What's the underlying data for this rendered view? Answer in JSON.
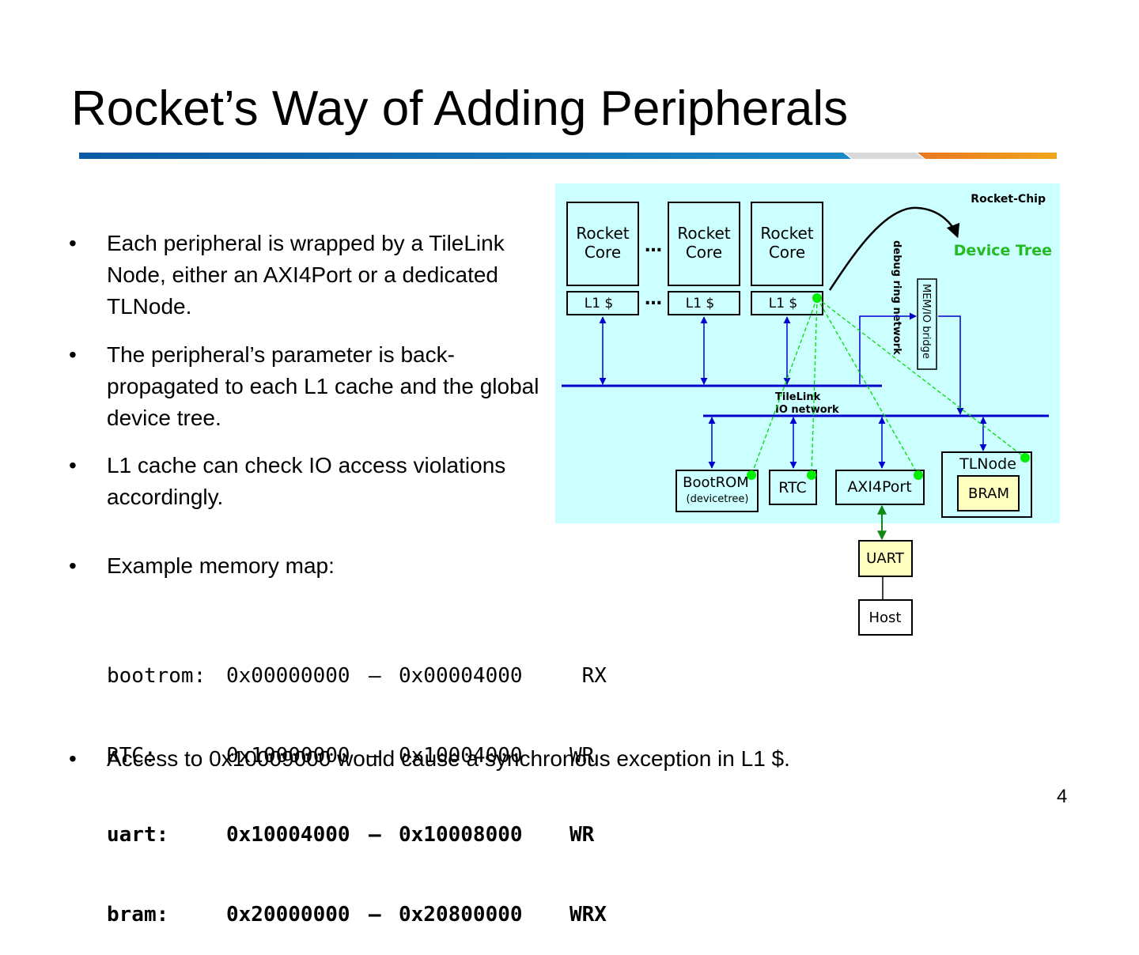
{
  "slide": {
    "title": "Rocket’s Way of Adding Peripherals",
    "page_number": "4",
    "title_bar_colors": {
      "blue_start": "#0b5aa5",
      "blue_end": "#1a88c9",
      "gray": "#d9d9d9",
      "orange_start": "#e87722",
      "orange_end": "#f2a51c"
    }
  },
  "bullets": [
    {
      "marker": "•",
      "text": "Each peripheral is wrapped by a TileLink Node, either an AXI4Port or a dedicated TLNode."
    },
    {
      "marker": "•",
      "text": "The peripheral’s parameter is back-propagated to each L1 cache and the global device tree."
    },
    {
      "marker": "•",
      "text": "L1 cache can check IO access violations accordingly."
    },
    {
      "marker": "•",
      "text": "Example memory map:"
    },
    {
      "marker": "•",
      "text": "Access to 0x10009000 would cause a synchronous exception in L1 $."
    }
  ],
  "memory_map": [
    {
      "name": "bootrom:",
      "start": "0x00000000",
      "dash": "–",
      "end": "0x00004000",
      "perm": " RX"
    },
    {
      "name": "RTC:",
      "start": "0x10000000",
      "dash": "–",
      "end": "0x10004000",
      "perm": "WR"
    },
    {
      "name": "uart:",
      "start": "0x10004000",
      "dash": "–",
      "end": "0x10008000",
      "perm": "WR"
    },
    {
      "name": "bram:",
      "start": "0x20000000",
      "dash": "–",
      "end": "0x20800000",
      "perm": "WRX"
    }
  ],
  "diagram": {
    "chip_label": "Rocket-Chip",
    "device_tree_label": "Device Tree",
    "cores": [
      {
        "line1": "Rocket",
        "line2": "Core",
        "cache": "L1 $"
      },
      {
        "line1": "Rocket",
        "line2": "Core",
        "cache": "L1 $"
      },
      {
        "line1": "Rocket",
        "line2": "Core",
        "cache": "L1 $"
      }
    ],
    "ellipsis": "…",
    "debug_ring_label": "debug ring network",
    "bridge_label": "MEM/IO bridge",
    "tilelink_label_1": "TileLink",
    "tilelink_label_2": "IO network",
    "bootrom_label": "BootROM",
    "bootrom_sublabel": "(devicetree)",
    "rtc_label": "RTC",
    "axi4port_label": "AXI4Port",
    "tlnode_label": "TLNode",
    "bram_label": "BRAM",
    "uart_label": "UART",
    "host_label": "Host",
    "colors": {
      "chip_background": "#ccffff",
      "bus_blue": "#0000cc",
      "green_dot": "#00ee00",
      "device_tree_green": "#22bb22",
      "highlight_yellow": "#ffffc0"
    }
  }
}
